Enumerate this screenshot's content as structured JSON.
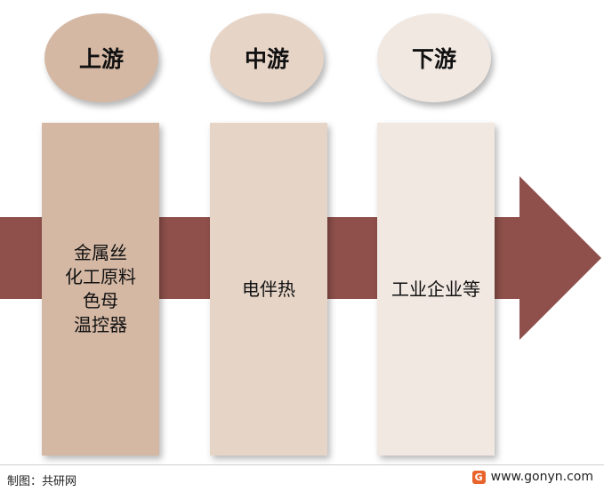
{
  "colors": {
    "arrow": "#8f504b",
    "upstream": "#d4b8a4",
    "midstream": "#e6d4c7",
    "downstream": "#f1e8e2"
  },
  "stages": [
    {
      "title": "上游",
      "items": [
        "金属丝",
        "化工原料",
        "色母",
        "温控器"
      ]
    },
    {
      "title": "中游",
      "items": [
        "电伴热"
      ]
    },
    {
      "title": "下游",
      "items": [
        "工业企业等"
      ]
    }
  ],
  "footer": {
    "source": "制图：共研网",
    "logo_icon": "gonyn-logo-icon",
    "logo_glyph": "G",
    "website": "www.gonyn.com"
  }
}
